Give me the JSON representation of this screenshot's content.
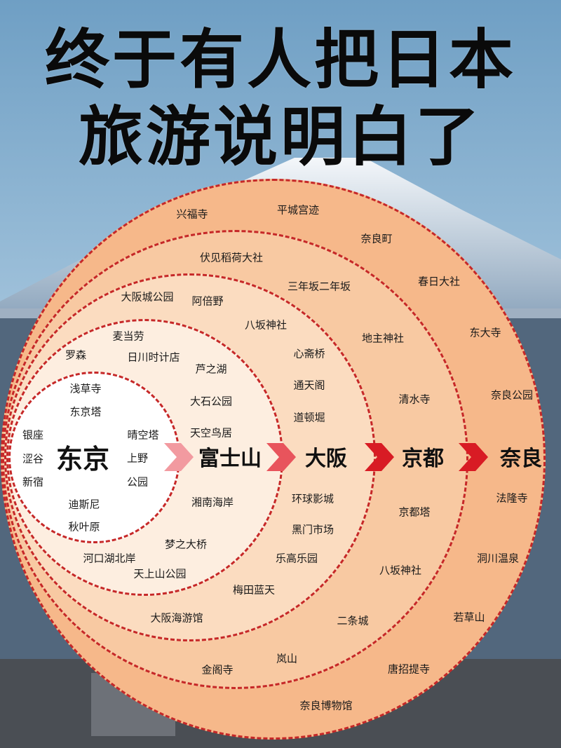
{
  "title_line1": "终于有人把日本",
  "title_line2": "旅游说明白了",
  "colors": {
    "ring": "#c62828",
    "arrow_light": "#f29aa0",
    "arrow_mid": "#e8545c",
    "arrow_dark": "#d81b24"
  },
  "route": [
    "东京",
    "富士山",
    "大阪",
    "京都",
    "奈良"
  ],
  "tokyo_spots": [
    "浅草寺",
    "东京塔",
    "银座",
    "涩谷",
    "新宿",
    "晴空塔",
    "上野",
    "公园",
    "迪斯尼",
    "秋叶原"
  ],
  "fuji_spots": [
    "麦当劳",
    "罗森",
    "日川时计店",
    "芦之湖",
    "大石公园",
    "天空鸟居",
    "湘南海岸",
    "梦之大桥",
    "河口湖北岸",
    "天上山公园"
  ],
  "osaka_spots": [
    "大阪城公园",
    "阿倍野",
    "八坂神社",
    "心斋桥",
    "通天阁",
    "道顿堀",
    "环球影城",
    "黑门市场",
    "乐高乐园",
    "梅田蓝天",
    "大阪海游馆"
  ],
  "kyoto_spots": [
    "伏见稻荷大社",
    "三年坂二年坂",
    "地主神社",
    "清水寺",
    "京都塔",
    "八坂神社",
    "二条城",
    "岚山",
    "金阁寺"
  ],
  "nara_spots": [
    "兴福寺",
    "平城宫迹",
    "奈良町",
    "春日大社",
    "东大寺",
    "奈良公园",
    "法隆寺",
    "洞川温泉",
    "若草山",
    "唐招提寺",
    "奈良博物馆"
  ]
}
